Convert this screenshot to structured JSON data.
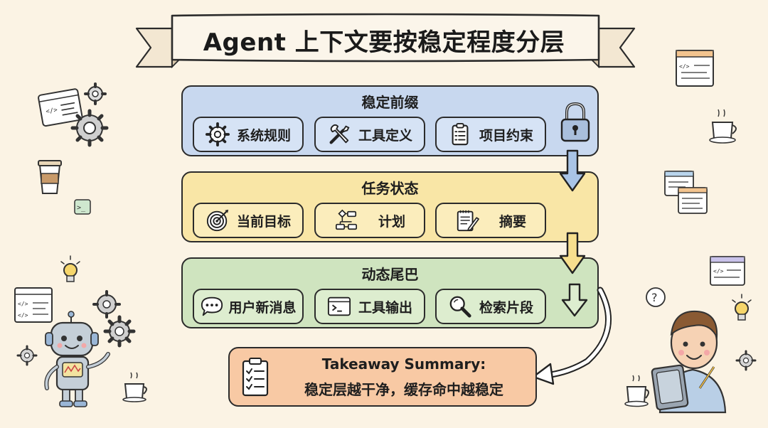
{
  "title": "Agent 上下文要按稳定程度分层",
  "layers": [
    {
      "name": "稳定前缀",
      "color": "#c8d8ef",
      "items": [
        {
          "label": "系统规则",
          "icon": "gear-icon"
        },
        {
          "label": "工具定义",
          "icon": "tools-icon"
        },
        {
          "label": "项目约束",
          "icon": "clipboard-icon"
        }
      ],
      "side_icon": "lock-icon"
    },
    {
      "name": "任务状态",
      "color": "#f9e6a6",
      "items": [
        {
          "label": "当前目标",
          "icon": "target-icon"
        },
        {
          "label": "计划",
          "icon": "flowchart-icon"
        },
        {
          "label": "摘要",
          "icon": "notepad-icon"
        }
      ]
    },
    {
      "name": "动态尾巴",
      "color": "#cfe4bf",
      "items": [
        {
          "label": "用户新消息",
          "icon": "chat-bubble-icon"
        },
        {
          "label": "工具输出",
          "icon": "terminal-icon"
        },
        {
          "label": "检索片段",
          "icon": "magnifier-icon"
        }
      ]
    }
  ],
  "summary": {
    "title": "Takeaway Summary:",
    "text": "稳定层越干净，缓存命中越稳定",
    "icon": "checklist-icon",
    "color": "#f8c9a4"
  }
}
